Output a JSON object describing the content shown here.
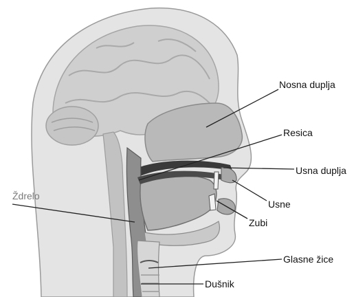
{
  "labels": {
    "nasal_cavity": "Nosna duplja",
    "uvula": "Resica",
    "oral_cavity": "Usna duplja",
    "lips": "Usne",
    "teeth": "Zubi",
    "pharynx": "Ždrelo",
    "vocal_cords": "Glasne žice",
    "trachea": "Dušnik"
  },
  "colors": {
    "background": "#ffffff",
    "skin": "#e4e4e4",
    "brain": "#cfcfcf",
    "tissue": "#b9b9b9",
    "cavity": "#8e8e8e",
    "dark": "#3a3a3a",
    "leader": "#222222",
    "pharynx_label": "#7a7a7a"
  }
}
